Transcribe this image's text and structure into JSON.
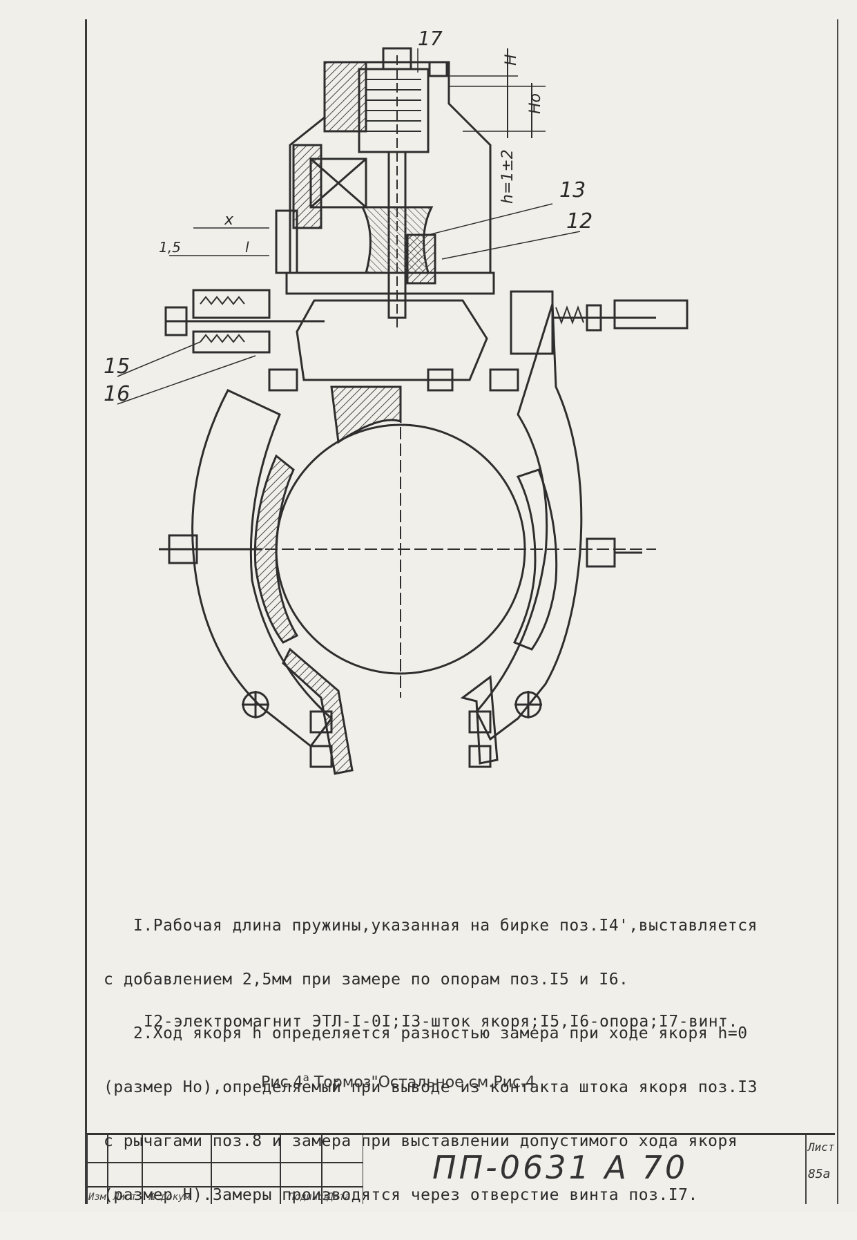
{
  "notes": [
    "   I.Рабочая длина пружины,указанная на бирке поз.I4',выставляется",
    "с добавлением 2,5мм при замере по опорам поз.I5 и I6.",
    "   2.Ход якоря h определяется разностью замера при ходе якоря h=0",
    "(размер Hо),определяемый при выводе из контакта штока якоря поз.I3",
    "с рычагами поз.8 и замера при выставлении допустимого хода якоря",
    "(размер H).Замеры производятся через отверстие винта поз.I7."
  ],
  "legend": "I2-электромагнит ЭТЛ-I-0I;I3-шток якоря;I5,I6-опора;I7-винт.",
  "caption": {
    "prefix": "Рис.4",
    "superscript": "а",
    "rest": " Тормоз\"Остальное см.Рис.4"
  },
  "drawing_labels": {
    "pos17": "17",
    "pos13": "13",
    "pos12": "12",
    "pos15": "15",
    "pos16": "16",
    "dim_H": "H",
    "dim_Ho": "Ho",
    "dim_h": "h=1±2",
    "dim_x": "x",
    "dim_15": "1,5",
    "dim_l": "l"
  },
  "title_block": {
    "code": "ПП-0631 А 70",
    "sheet_label": "Лист",
    "sheet_number": "85а",
    "col_labels": [
      "Изм",
      "Лист",
      "№ докум",
      "Подпись",
      "Дата"
    ]
  }
}
